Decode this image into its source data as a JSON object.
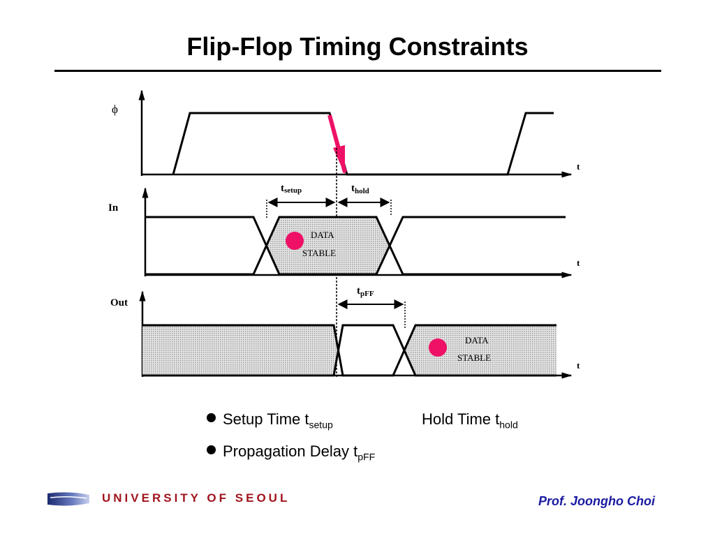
{
  "slide": {
    "title": "Flip-Flop Timing Constraints"
  },
  "diagram": {
    "signals": {
      "clock_label": "ϕ",
      "in_label": "In",
      "out_label": "Out"
    },
    "axis_label": "t",
    "timing": {
      "setup_t": "t",
      "setup_sub": "setup",
      "hold_t": "t",
      "hold_sub": "hold",
      "pff_t": "t",
      "pff_sub": "pFF"
    },
    "stable_in": {
      "line1": "DATA",
      "line2": "STABLE"
    },
    "stable_out": {
      "line1": "DATA",
      "line2": "STABLE"
    },
    "colors": {
      "arrow": "#ee1166",
      "marker": "#ee1166",
      "shade": "#c8c8c8"
    }
  },
  "bullets": [
    {
      "text": "Setup Time t",
      "sub": "setup"
    },
    {
      "text": "Hold Time t",
      "sub": "hold"
    },
    {
      "text": "Propagation Delay t",
      "sub": "pFF"
    }
  ],
  "footer": {
    "university": "UNIVERSITY OF SEOUL",
    "author": "Prof. Joongho Choi"
  }
}
